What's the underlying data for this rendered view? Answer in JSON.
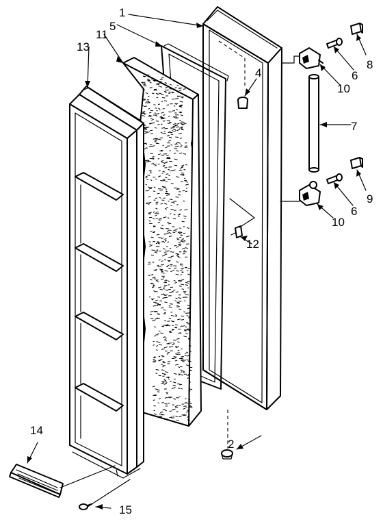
{
  "callouts": [
    {
      "id": "1",
      "text": "1"
    },
    {
      "id": "2",
      "text": "2"
    },
    {
      "id": "4",
      "text": "4"
    },
    {
      "id": "5",
      "text": "5"
    },
    {
      "id": "6a",
      "text": "6"
    },
    {
      "id": "6b",
      "text": "6"
    },
    {
      "id": "7",
      "text": "7"
    },
    {
      "id": "8",
      "text": "8"
    },
    {
      "id": "9",
      "text": "9"
    },
    {
      "id": "10a",
      "text": "10"
    },
    {
      "id": "10b",
      "text": "10"
    },
    {
      "id": "11",
      "text": "11"
    },
    {
      "id": "12",
      "text": "12"
    },
    {
      "id": "13",
      "text": "13"
    },
    {
      "id": "14",
      "text": "14"
    },
    {
      "id": "15",
      "text": "15"
    }
  ]
}
